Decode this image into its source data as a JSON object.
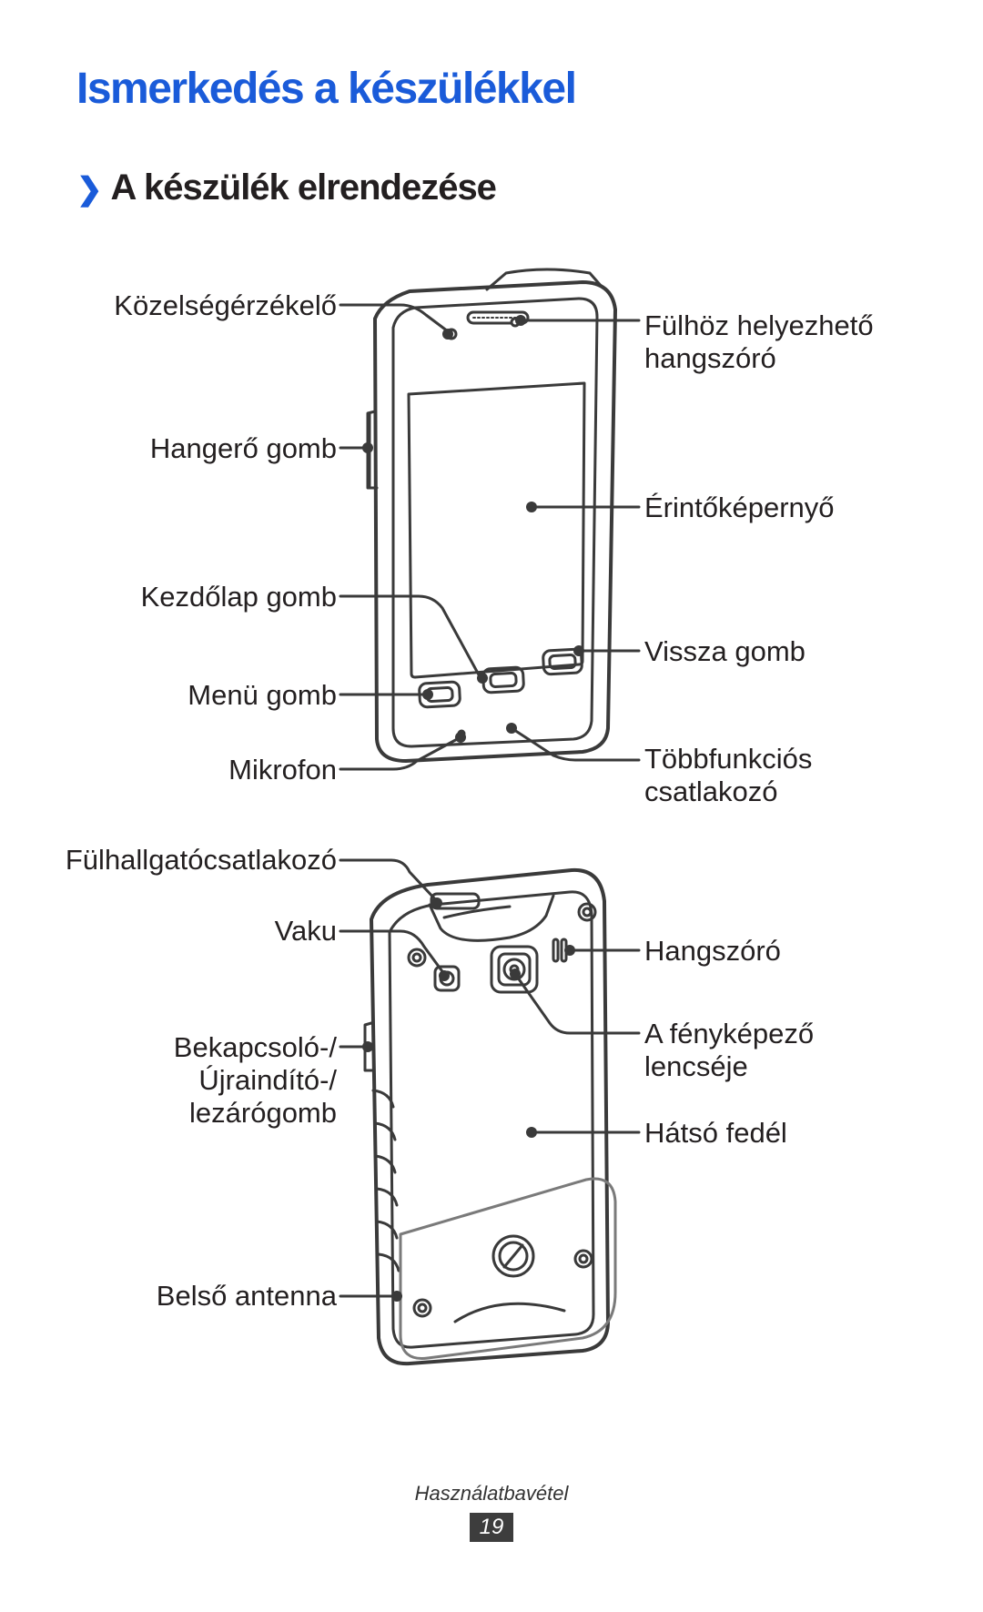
{
  "page": {
    "title": "Ismerkedés a készülékkel",
    "section_title": "A készülék elrendezése",
    "chevron": "❯"
  },
  "front_labels": {
    "proximity_sensor": "Közelségérzékelő",
    "volume_button": "Hangerő gomb",
    "home_button": "Kezdőlap gomb",
    "menu_button": "Menü gomb",
    "microphone": "Mikrofon",
    "earpiece_line1": "Fülhöz helyezhető",
    "earpiece_line2": "hangszóró",
    "touchscreen": "Érintőképernyő",
    "back_button": "Vissza gomb",
    "multipurpose_line1": "Többfunkciós",
    "multipurpose_line2": "csatlakozó"
  },
  "back_labels": {
    "headset_jack": "Fülhallgatócsatlakozó",
    "flash": "Vaku",
    "power_line1": "Bekapcsoló-/",
    "power_line2": "Újraindító-/",
    "power_line3": "lezárógomb",
    "internal_antenna": "Belső antenna",
    "speaker": "Hangszóró",
    "camera_line1": "A fényképező",
    "camera_line2": "lencséje",
    "back_cover": "Hátsó fedél"
  },
  "footer": {
    "section": "Használatbavétel",
    "page_number": "19"
  },
  "colors": {
    "title_blue": "#1a5bd9",
    "text": "#231f20",
    "line": "#3a3a3a"
  }
}
